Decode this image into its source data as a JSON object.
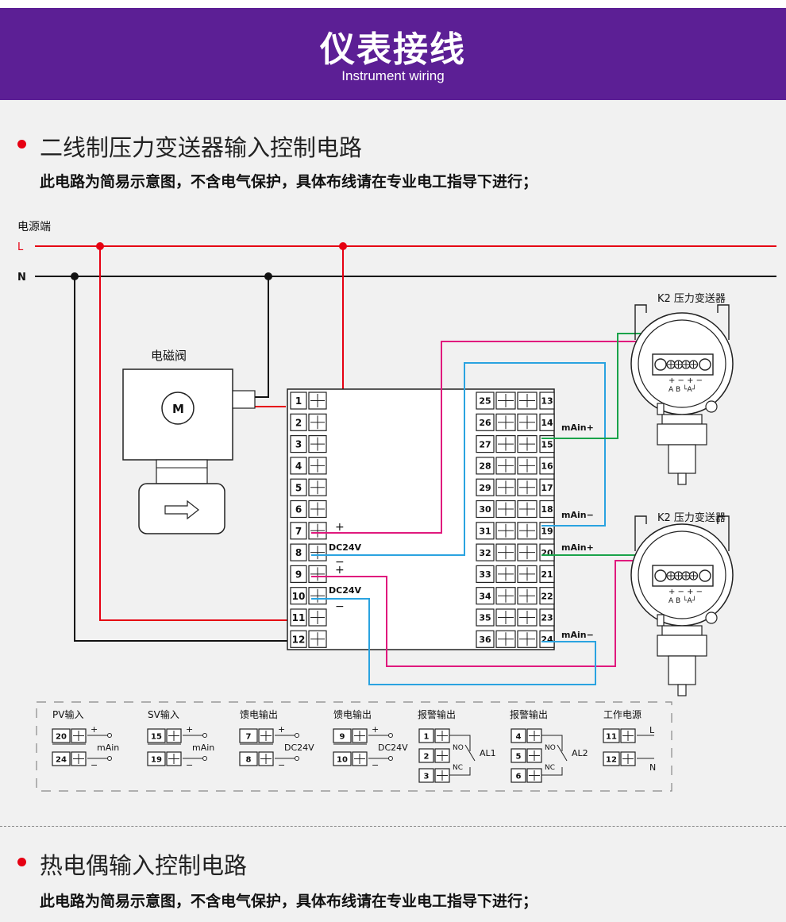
{
  "header": {
    "title": "仪表接线",
    "subtitle": "Instrument wiring"
  },
  "section1": {
    "title": "二线制压力变送器输入控制电路",
    "note": "此电路为简易示意图，不含电气保护，具体布线请在专业电工指导下进行；"
  },
  "section2": {
    "title": "热电偶输入控制电路",
    "note": "此电路为简易示意图，不含电气保护，具体布线请在专业电工指导下进行；"
  },
  "diagram": {
    "power_label": "电源端",
    "line_L": "L",
    "line_N": "N",
    "valve_label": "电磁阀",
    "motor_label": "M",
    "transmitter1_label": "K2 压力变送器",
    "transmitter2_label": "K2 压力变送器",
    "terminal_left": [
      "1",
      "2",
      "3",
      "4",
      "5",
      "6",
      "7",
      "8",
      "9",
      "10",
      "11",
      "12"
    ],
    "terminal_right_outer": [
      "25",
      "26",
      "27",
      "28",
      "29",
      "30",
      "31",
      "32",
      "33",
      "34",
      "35",
      "36"
    ],
    "terminal_right_inner": [
      "13",
      "14",
      "15",
      "16",
      "17",
      "18",
      "19",
      "20",
      "21",
      "22",
      "23",
      "24"
    ],
    "mark_plus1": "+",
    "mark_dc1": "DC24V",
    "mark_minus1": "−",
    "mark_plus2": "+",
    "mark_dc2": "DC24V",
    "mark_minus2": "−",
    "mAin_plus_1": "mAin+",
    "mAin_minus_1": "mAin−",
    "mAin_plus_2": "mAin+",
    "mAin_minus_2": "mAin−",
    "tb_labels": "+ − + −",
    "tb_sublabels": "A B └A┘",
    "legend": {
      "pv_title": "PV输入",
      "pv_t1": "20",
      "pv_t2": "24",
      "pv_unit": "mAin",
      "sv_title": "SV输入",
      "sv_t1": "15",
      "sv_t2": "19",
      "sv_unit": "mAin",
      "feed1_title": "馈电输出",
      "feed1_t1": "7",
      "feed1_t2": "8",
      "feed1_unit": "DC24V",
      "feed2_title": "馈电输出",
      "feed2_t1": "9",
      "feed2_t2": "10",
      "feed2_unit": "DC24V",
      "al1_title": "报警输出",
      "al1_t1": "1",
      "al1_t2": "2",
      "al1_t3": "3",
      "al1_name": "AL1",
      "al2_title": "报警输出",
      "al2_t1": "4",
      "al2_t2": "5",
      "al2_t3": "6",
      "al2_name": "AL2",
      "no": "NO",
      "nc": "NC",
      "power_title": "工作电源",
      "power_t1": "11",
      "power_t2": "12",
      "power_L": "L",
      "power_N": "N",
      "plus": "+",
      "minus": "−"
    }
  },
  "colors": {
    "banner": "#5c1f95",
    "bullet": "#e60012",
    "wire_red": "#e60012",
    "wire_magenta": "#e0197d",
    "wire_blue": "#2aa3e0",
    "wire_green": "#1aa34a"
  }
}
